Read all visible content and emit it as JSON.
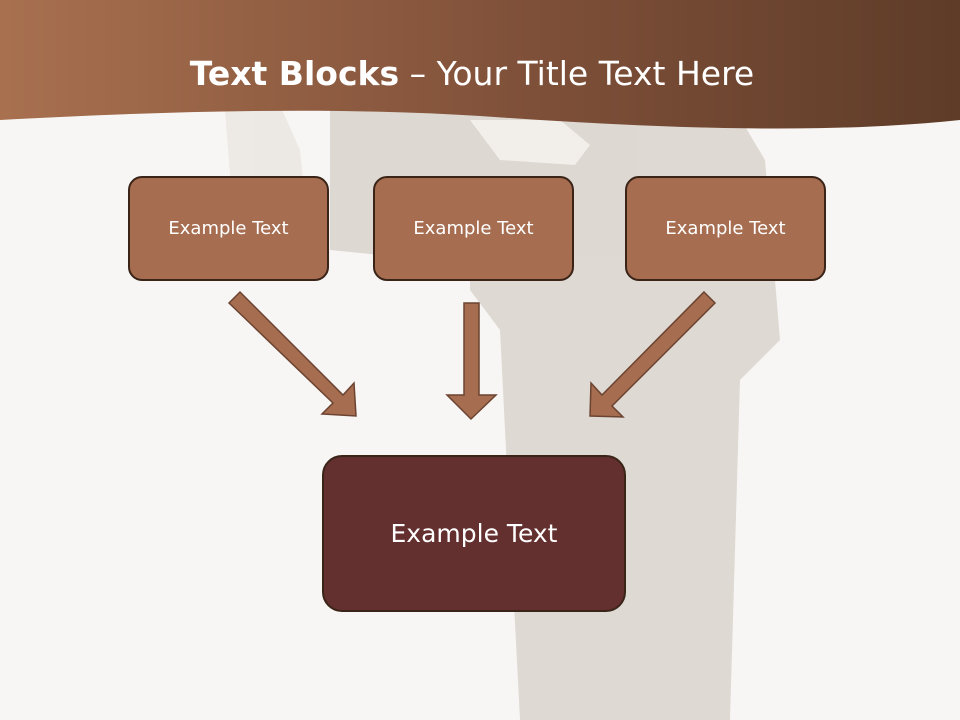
{
  "title": {
    "bold": "Text Blocks",
    "dash": " – ",
    "rest": "Your Title Text Here"
  },
  "blocks": [
    {
      "text": "Example Text"
    },
    {
      "text": "Example Text"
    },
    {
      "text": "Example Text"
    }
  ],
  "main_block": {
    "text": "Example Text"
  },
  "colors": {
    "header": "#7a4a33",
    "block": "#a66d50",
    "main_block": "#632f2f",
    "arrow": "#a66d50",
    "outline": "#3a2418"
  }
}
